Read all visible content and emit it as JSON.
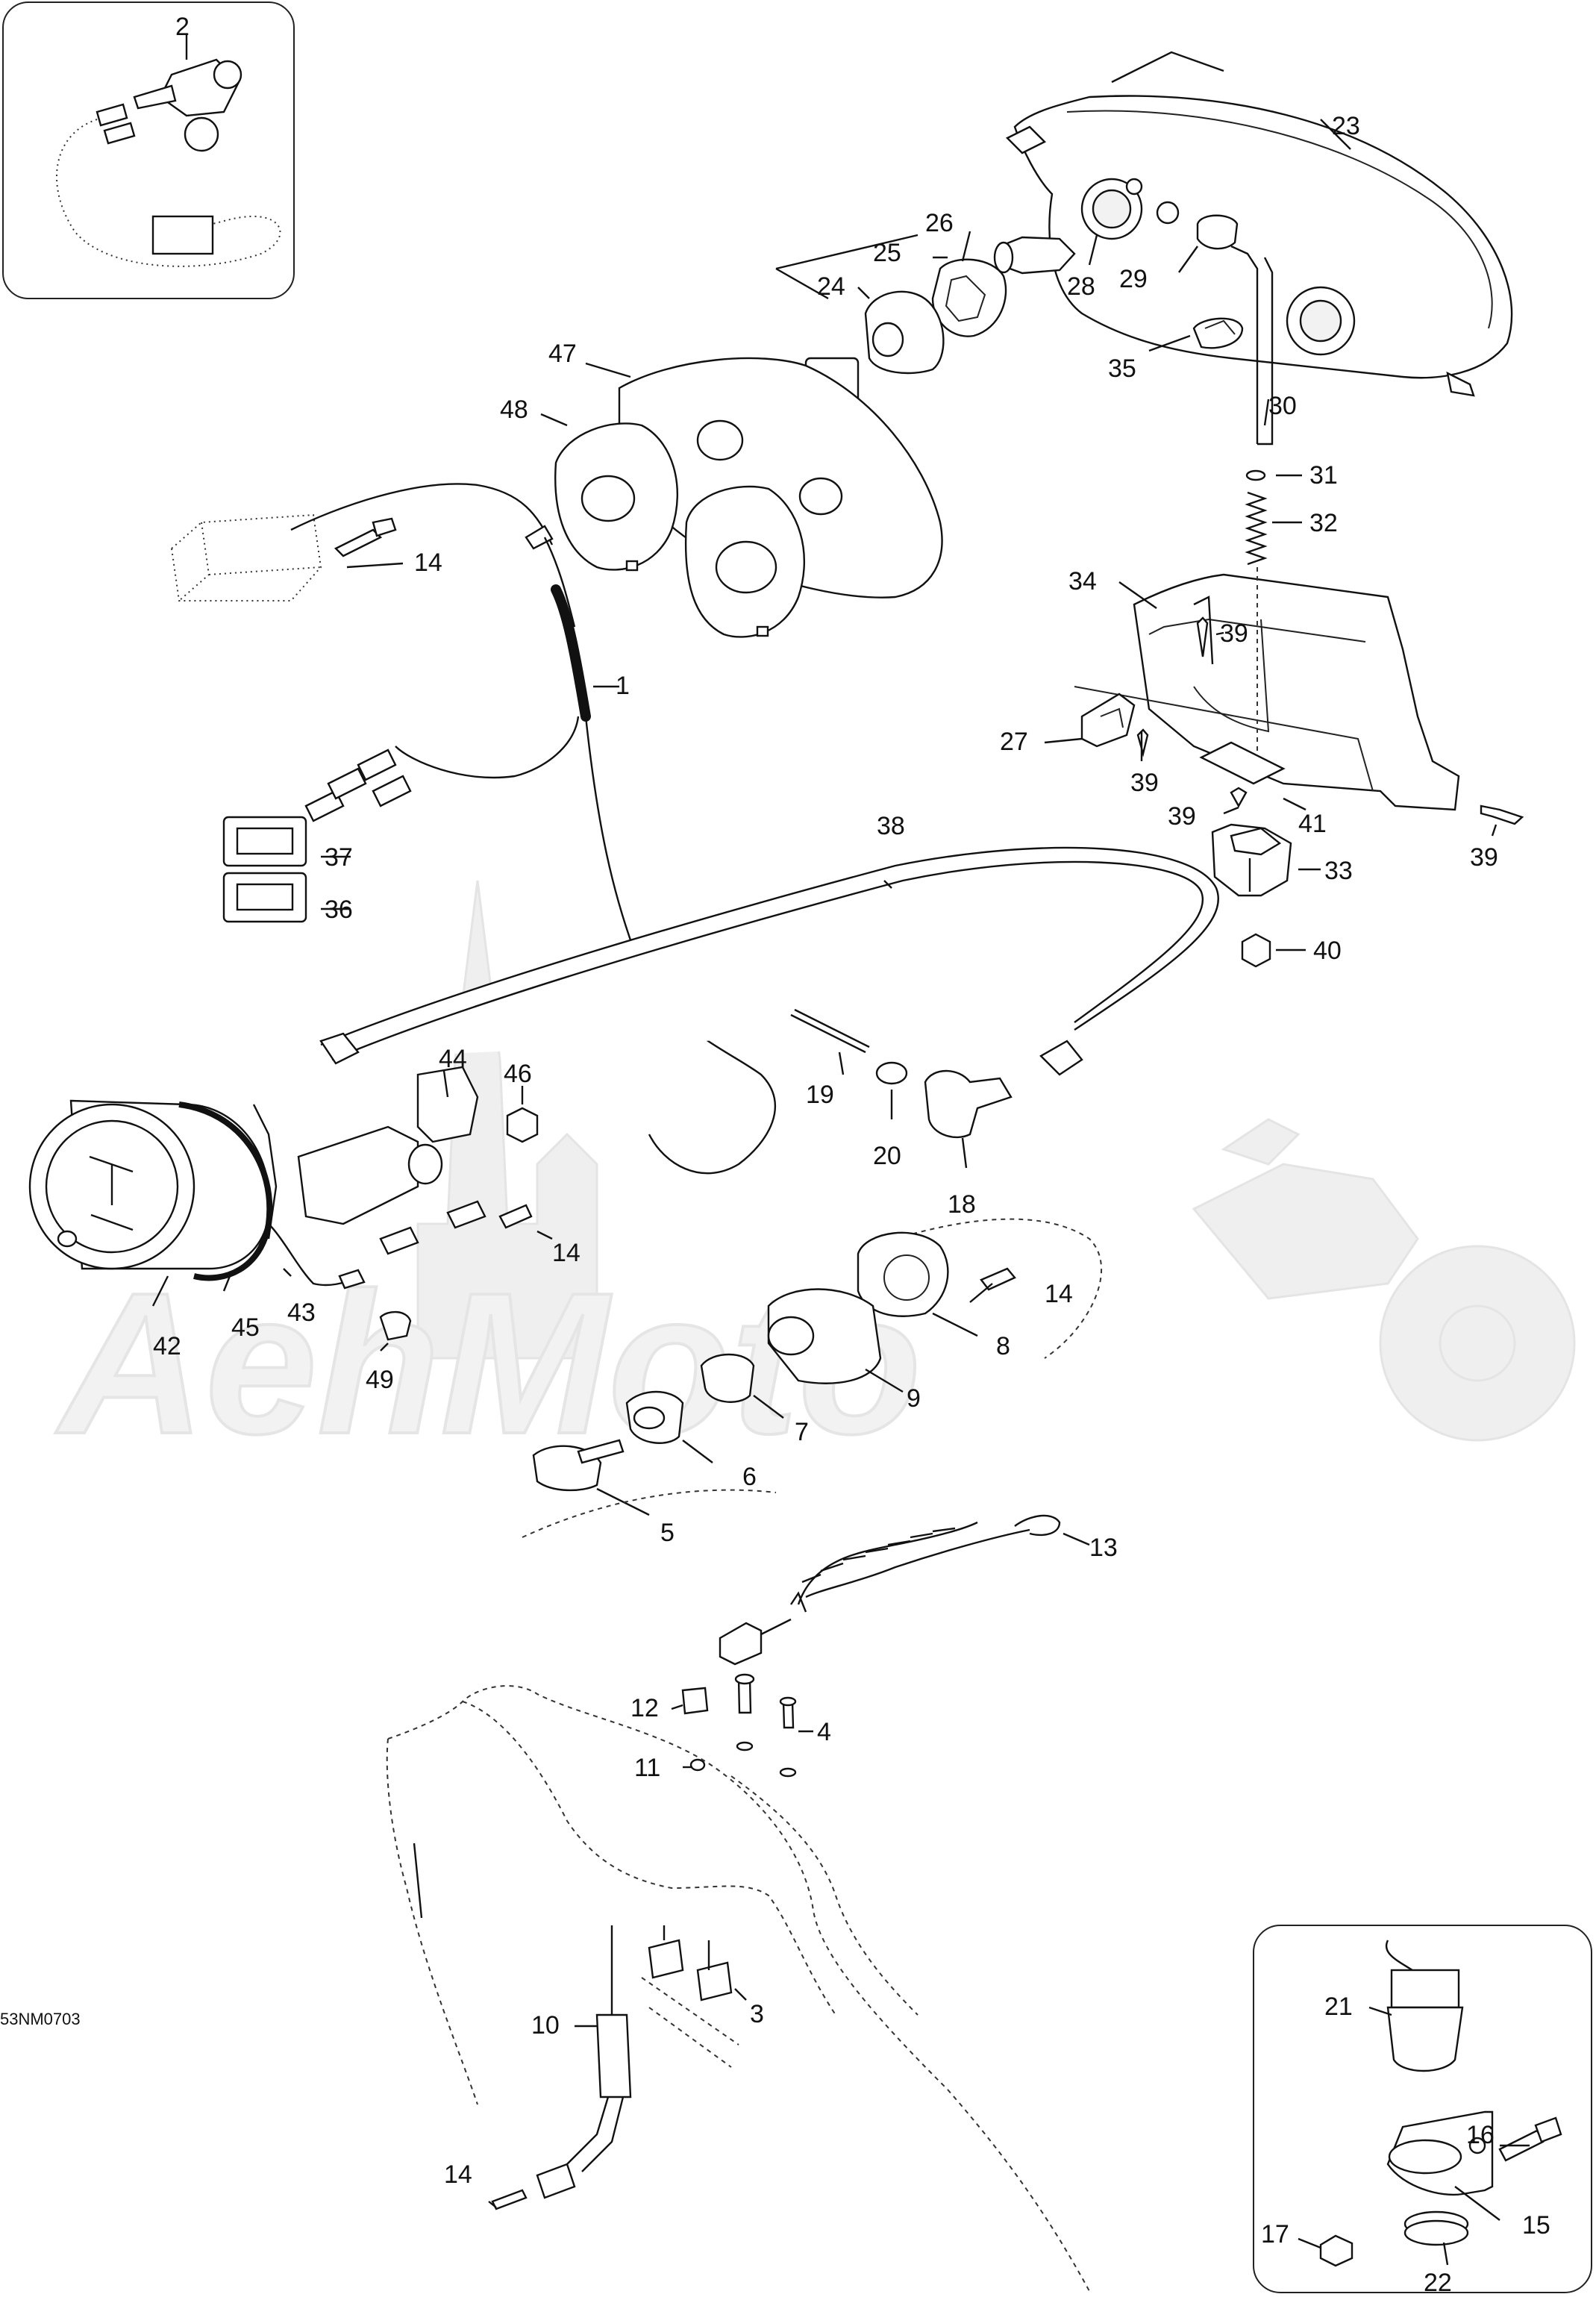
{
  "diagram_code": "53NM0703",
  "watermark_text": "AehMoto",
  "callouts": {
    "c1": "1",
    "c2": "2",
    "c3": "3",
    "c4": "4",
    "c5": "5",
    "c6": "6",
    "c7": "7",
    "c8": "8",
    "c9": "9",
    "c10": "10",
    "c11": "11",
    "c12": "12",
    "c13": "13",
    "c14": "14",
    "c15": "15",
    "c16": "16",
    "c17": "17",
    "c18": "18",
    "c19": "19",
    "c20": "20",
    "c21": "21",
    "c22": "22",
    "c23": "23",
    "c24": "24",
    "c25": "25",
    "c26": "26",
    "c27": "27",
    "c28": "28",
    "c29": "29",
    "c30": "30",
    "c31": "31",
    "c32": "32",
    "c33": "33",
    "c34": "34",
    "c35": "35",
    "c36": "36",
    "c37": "37",
    "c38": "38",
    "c39": "39",
    "c40": "40",
    "c41": "41",
    "c42": "42",
    "c43": "43",
    "c44": "44",
    "c45": "45",
    "c46": "46",
    "c47": "47",
    "c48": "48",
    "c49": "49"
  }
}
